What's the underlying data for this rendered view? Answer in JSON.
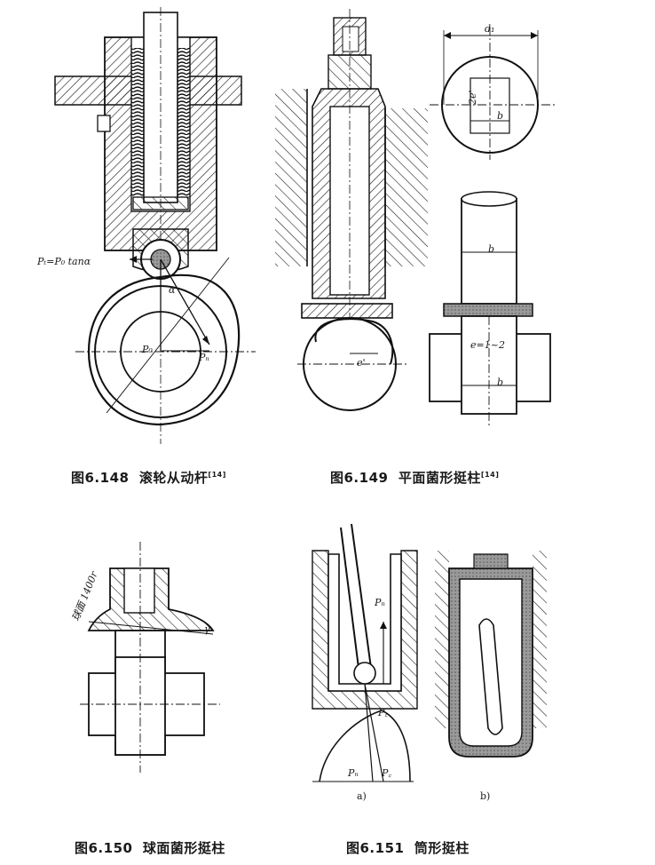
{
  "captions": {
    "fig148": {
      "number": "图6.148",
      "title": "滚轮从动杆",
      "ref": "[14]"
    },
    "fig149": {
      "number": "图6.149",
      "title": "平面菌形挺柱",
      "ref": "[14]"
    },
    "fig150": {
      "number": "图6.150",
      "title": "球面菌形挺柱"
    },
    "fig151": {
      "number": "图6.151",
      "title": "筒形挺柱"
    }
  },
  "labels": {
    "f148_force": "Pₜ=P₀ tanα",
    "f148_alpha": "α",
    "f148_p0": "P₀",
    "f148_pn": "Pₙ",
    "f149_d1": "d₁",
    "f149_2e": "2e'",
    "f149_b_top": "b",
    "f149_b_mid": "b",
    "f149_b_bot": "b",
    "f149_e": "e'",
    "f149_range": "e=1~2",
    "f150_sphere": "球面 1400r",
    "f150_gamma": "γ",
    "f151_pn_top": "Pₙ",
    "f151_pc_top": "P꜀",
    "f151_pn_bot": "Pₙ",
    "f151_pc_bot": "P꜀",
    "f151_a": "a)",
    "f151_b": "b)"
  }
}
